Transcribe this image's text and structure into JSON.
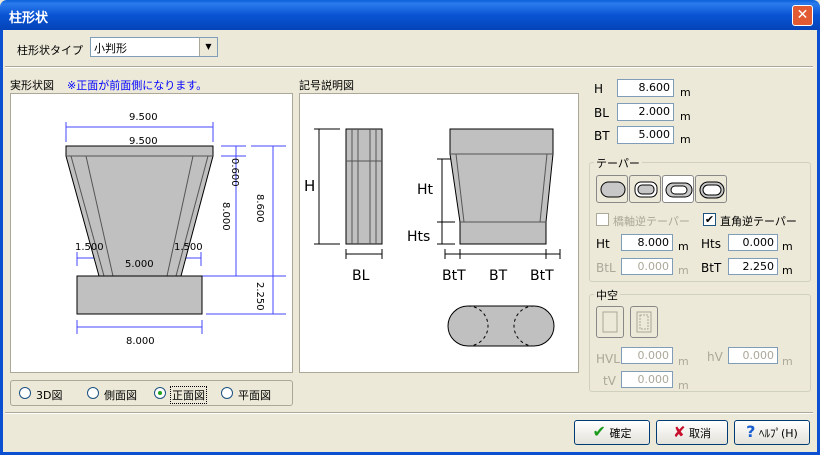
{
  "window": {
    "title": "柱形状"
  },
  "shape_type": {
    "label": "柱形状タイプ",
    "value": "小判形"
  },
  "actual_shape": {
    "label": "実形状図",
    "note": "※正面が前面側になります。",
    "dims": {
      "top_outer": "9.500",
      "top_inner": "9.500",
      "top_h": "0.600",
      "mid_h": "8.000",
      "total_h": "8.600",
      "left_off": "1.500",
      "right_off": "1.500",
      "bottom_w": "5.000",
      "footing_h": "2.250",
      "footing_w": "8.000"
    }
  },
  "symbol_diagram": {
    "label": "記号説明図",
    "labels": {
      "H": "H",
      "BL": "BL",
      "Ht": "Ht",
      "Hts": "Hts",
      "BtT_left": "BtT",
      "BT": "BT",
      "BtT_right": "BtT"
    }
  },
  "params": {
    "H": {
      "label": "H",
      "value": "8.600",
      "unit": "m"
    },
    "BL": {
      "label": "BL",
      "value": "2.000",
      "unit": "m"
    },
    "BT": {
      "label": "BT",
      "value": "5.000",
      "unit": "m"
    }
  },
  "taper": {
    "label": "テーパー",
    "check_axis": "橋軸逆テーパー",
    "check_right": "直角逆テーパー",
    "Ht": {
      "label": "Ht",
      "value": "8.000",
      "unit": "m"
    },
    "Hts": {
      "label": "Hts",
      "value": "0.000",
      "unit": "m"
    },
    "BtL": {
      "label": "BtL",
      "value": "0.000",
      "unit": "m"
    },
    "BtT": {
      "label": "BtT",
      "value": "2.250",
      "unit": "m"
    }
  },
  "hollow": {
    "label": "中空",
    "HVL": {
      "label": "HVL",
      "value": "0.000",
      "unit": "m"
    },
    "hV": {
      "label": "hV",
      "value": "0.000",
      "unit": "m"
    },
    "tV": {
      "label": "tV",
      "value": "0.000",
      "unit": "m"
    }
  },
  "view_options": [
    {
      "label": "3D図"
    },
    {
      "label": "側面図"
    },
    {
      "label": "正面図"
    },
    {
      "label": "平面図"
    }
  ],
  "buttons": {
    "ok": "確定",
    "cancel": "取消",
    "help": "ﾍﾙﾌﾟ(H)"
  },
  "colors": {
    "accent_blue": "#0000ff",
    "dim_line": "#4444ff",
    "ok_green": "#1c9b1c",
    "cancel_red": "#c8102e",
    "help_blue": "#1a5fd0"
  }
}
